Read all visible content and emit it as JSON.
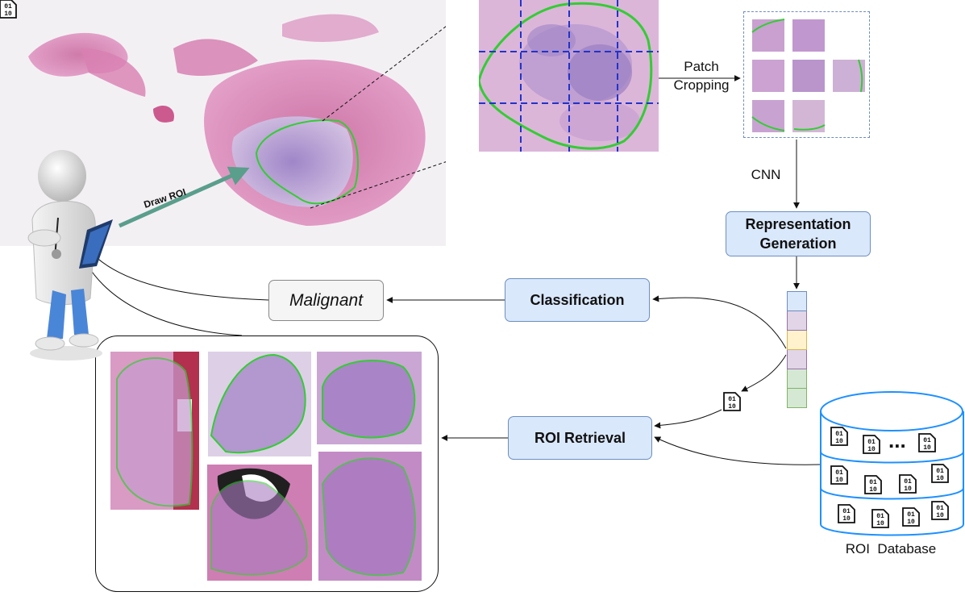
{
  "labels": {
    "patch_cropping": [
      "Patch",
      "Cropping"
    ],
    "cnn": "CNN",
    "draw_roi": "Draw ROI",
    "representation_generation": [
      "Representation",
      "Generation"
    ],
    "classification": "Classification",
    "malignant": "Malignant",
    "roi_retrieval": "ROI Retrieval",
    "roi_database": "ROI  Database"
  },
  "icons": {
    "binary_file": "binary-file-icon",
    "ellipsis": "..."
  },
  "colors": {
    "box_fill": "#dae8fc",
    "box_border": "#6c8ebf",
    "database_stroke": "#1e90ff",
    "roi_outline": "#33cc33",
    "grid_lines": "#2233cc",
    "arrow_draw_roi": "#5a9e8c",
    "tissue_pink": "#d88cbc",
    "tissue_purple": "#a57ec4",
    "vector_colors": [
      "#dae8fc",
      "#e1d5e7",
      "#fff2cc",
      "#e1d5e7",
      "#d5e8d4",
      "#d5e8d4"
    ]
  }
}
